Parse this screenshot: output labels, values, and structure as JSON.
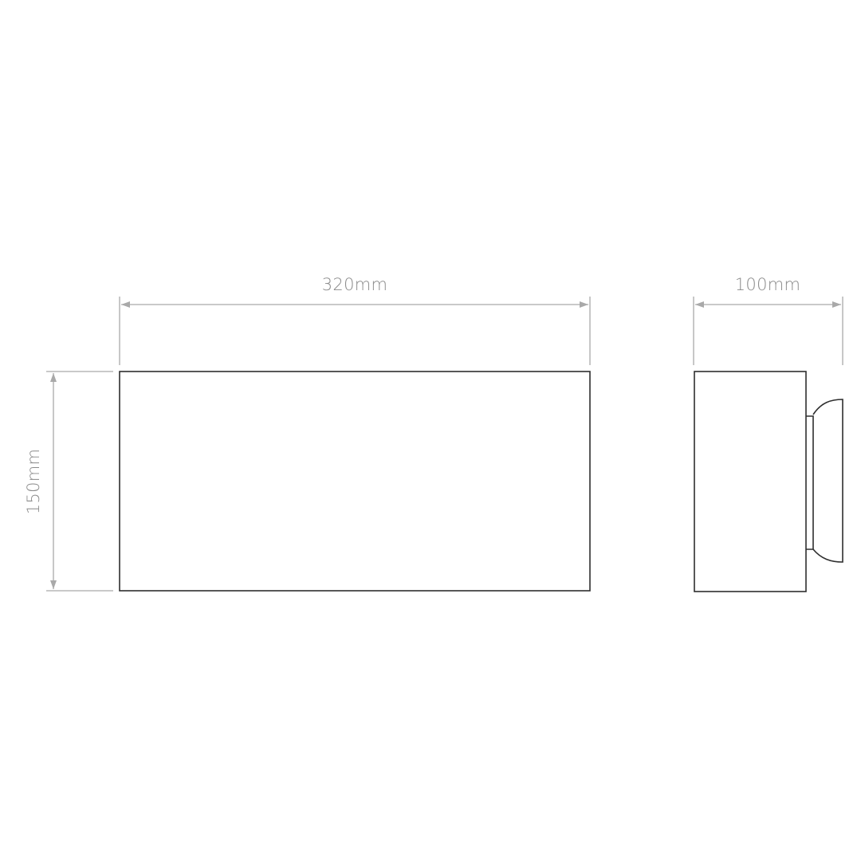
{
  "drawing": {
    "front_view": {
      "width_label": "320mm",
      "height_label": "150mm"
    },
    "side_view": {
      "depth_label": "100mm"
    }
  },
  "colors": {
    "outline": "#2e2e2e",
    "dimension_line": "#a9a9a9",
    "dimension_text": "#8a8a8a",
    "background": "#ffffff"
  }
}
